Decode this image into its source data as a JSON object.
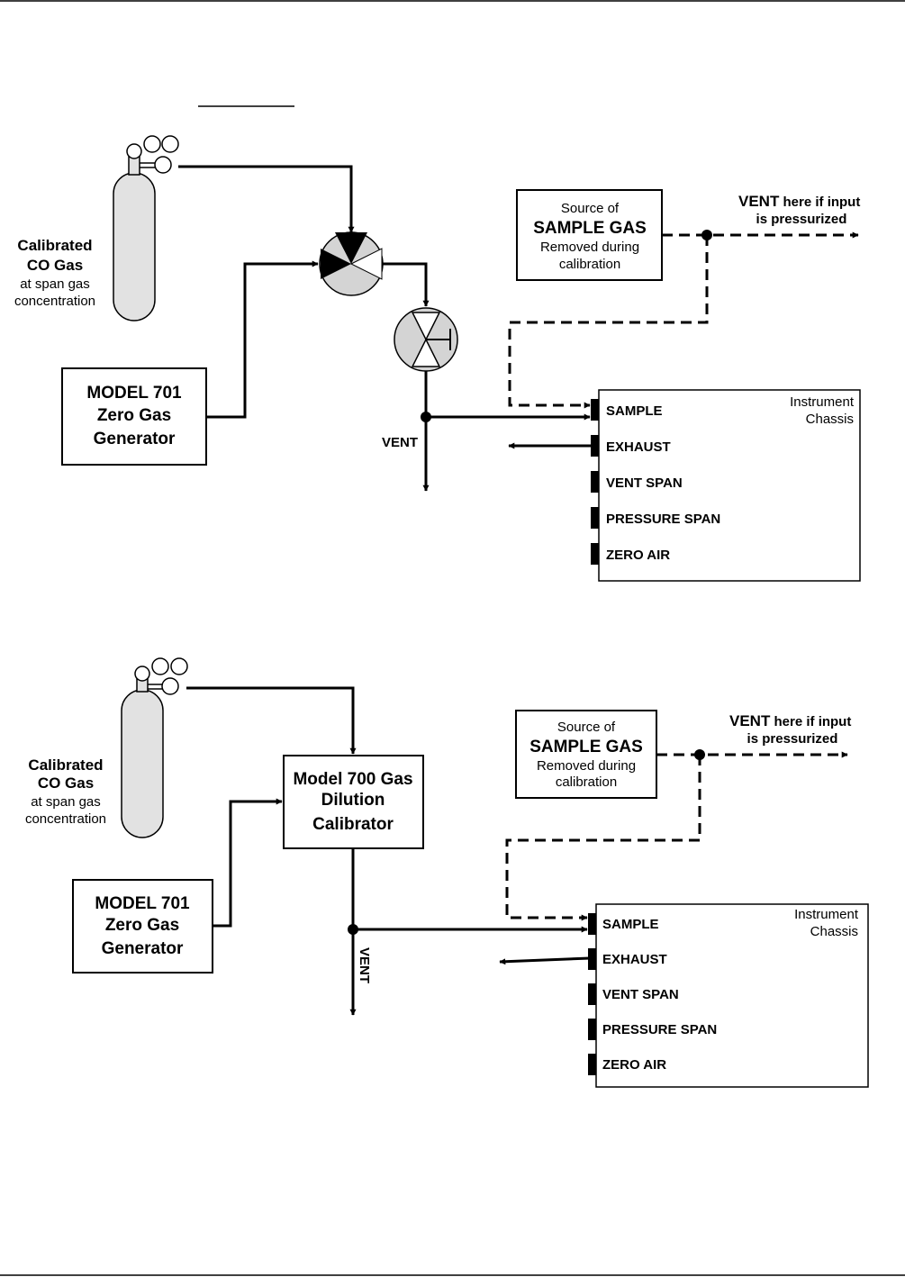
{
  "diagram_top": {
    "cylinder_label": [
      "Calibrated",
      "CO Gas"
    ],
    "cylinder_sublabel": [
      "at span gas",
      "concentration"
    ],
    "generator_label": [
      "MODEL 701",
      "Zero Gas",
      "Generator"
    ],
    "source_box": {
      "line1": "Source of",
      "line2": "SAMPLE GAS",
      "line3": "Removed during",
      "line4": "calibration"
    },
    "vent_note": {
      "bold": "VENT",
      "rest": " here if input",
      "line2": "is pressurized"
    },
    "vent_label": "VENT",
    "chassis_title": [
      "Instrument",
      "Chassis"
    ],
    "ports": [
      "SAMPLE",
      "EXHAUST",
      "VENT SPAN",
      "PRESSURE SPAN",
      "ZERO AIR"
    ]
  },
  "diagram_bottom": {
    "cylinder_label": [
      "Calibrated",
      "CO Gas"
    ],
    "cylinder_sublabel": [
      "at span gas",
      "concentration"
    ],
    "generator_label": [
      "MODEL 701",
      "Zero Gas",
      "Generator"
    ],
    "calibrator_label": [
      "Model 700 Gas",
      "Dilution",
      "Calibrator"
    ],
    "source_box": {
      "line1": "Source of",
      "line2": "SAMPLE GAS",
      "line3": "Removed during",
      "line4": "calibration"
    },
    "vent_note": {
      "bold": "VENT",
      "rest": " here if input",
      "line2": "is pressurized"
    },
    "vent_label": "VENT",
    "chassis_title": [
      "Instrument",
      "Chassis"
    ],
    "ports": [
      "SAMPLE",
      "EXHAUST",
      "VENT SPAN",
      "PRESSURE SPAN",
      "ZERO AIR"
    ]
  }
}
